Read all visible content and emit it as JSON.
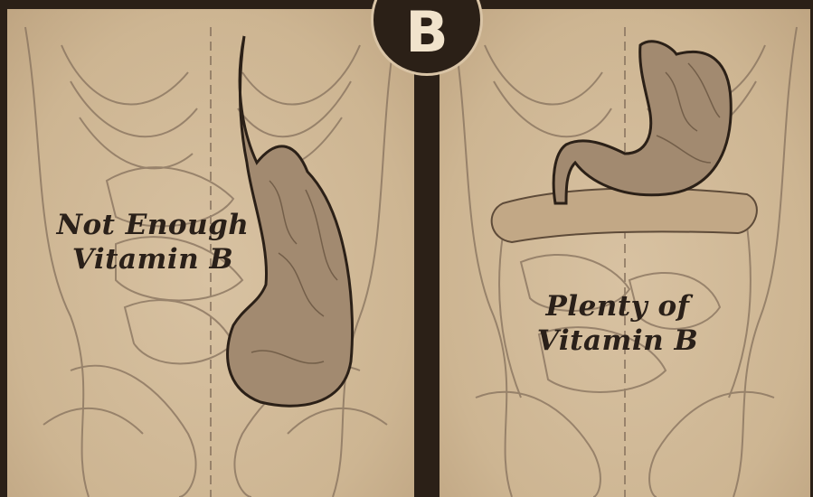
{
  "badge": {
    "letter": "B"
  },
  "panels": [
    {
      "caption_line1": "Not Enough",
      "caption_line2": "Vitamin B"
    },
    {
      "caption_line1": "Plenty of",
      "caption_line2": "Vitamin B"
    }
  ],
  "colors": {
    "paper": "#d9c4a6",
    "ink": "#2b2017",
    "stomach": "#a28a70"
  }
}
